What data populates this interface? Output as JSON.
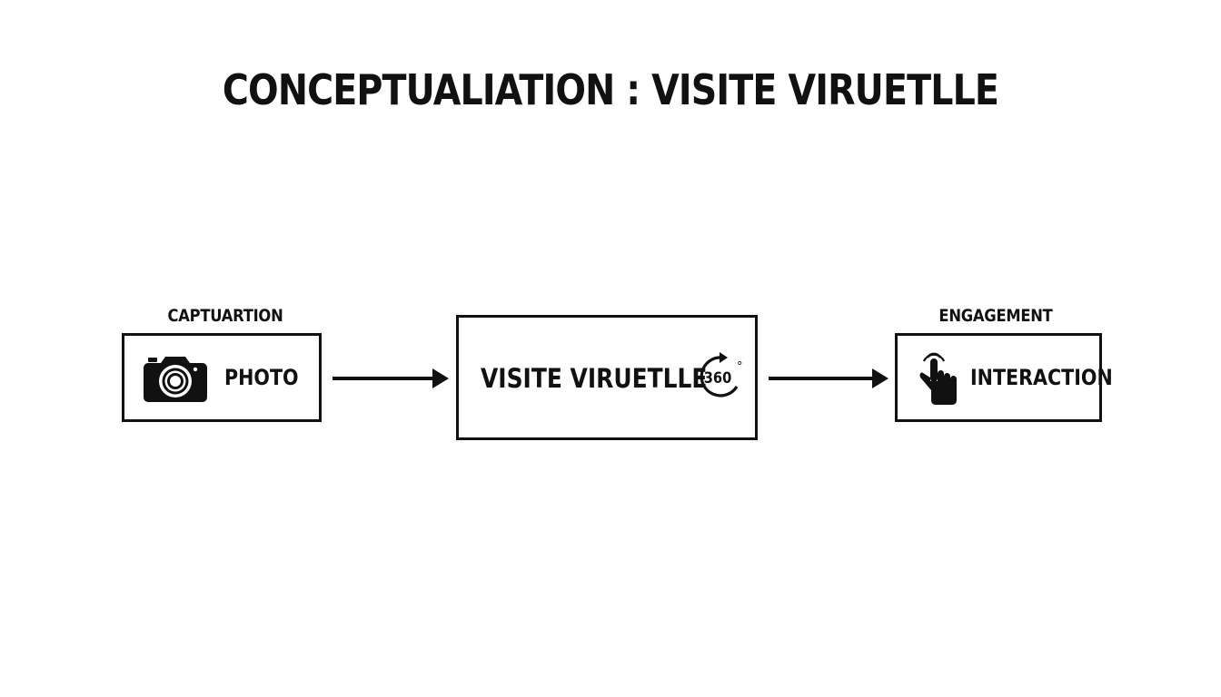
{
  "title": "CONCEPTUALIATION : VISITE VIRUETLLE",
  "stages": [
    {
      "label": "CAPTUARTION",
      "box_text": "PHOTO",
      "icon": "camera-icon"
    },
    {
      "label": "",
      "box_text": "VISITE VIRUETLLE",
      "icon": "rotate-360-icon",
      "icon_text": "360",
      "icon_degree": "°"
    },
    {
      "label": "ENGAGEMENT",
      "box_text": "INTERACTION",
      "icon": "hand-pointer-icon"
    }
  ],
  "connectors": [
    "arrow",
    "arrow"
  ],
  "colors": {
    "ink": "#111111",
    "background": "#ffffff"
  }
}
